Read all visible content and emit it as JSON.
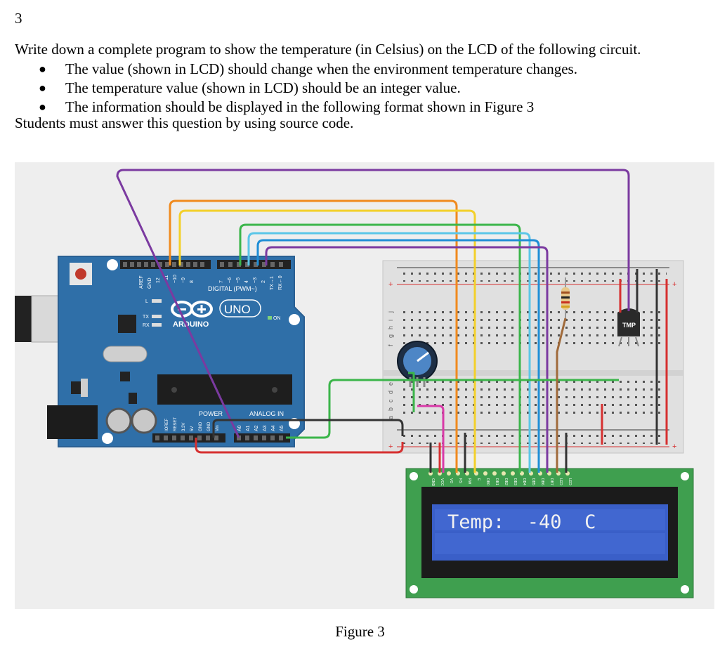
{
  "question": {
    "number": "3",
    "intro": "Write down a complete program to show the temperature (in Celsius) on the LCD of the following circuit.",
    "bullets": [
      "The value (shown in LCD) should change when the environment temperature changes.",
      "The temperature value (shown in LCD) should be an integer value.",
      "The information should be displayed in the following format shown in Figure 3"
    ],
    "closing": "Students must answer this question by using source code."
  },
  "figure": {
    "caption": "Figure 3",
    "arduino": {
      "logo_text": "ARDUINO",
      "model_text": "UNO",
      "digital_label": "DIGITAL (PWM~)",
      "power_label": "POWER",
      "analog_label": "ANALOG IN",
      "on_label": "ON",
      "tx_label": "TX",
      "rx_label": "RX",
      "l_label": "L",
      "aref_label": "AREF",
      "gnd_label": "GND",
      "pin_labels": [
        "12",
        "~11",
        "~10",
        "~9",
        "8",
        "7",
        "~6",
        "~5",
        "4",
        "~3",
        "2",
        "TX→1",
        "RX←0"
      ],
      "analog_pins": [
        "A0",
        "A1",
        "A2",
        "A3",
        "A4",
        "A5"
      ],
      "power_pins": [
        "IOREF",
        "RESET",
        "3.3V",
        "5V",
        "GND",
        "GND",
        "Vin"
      ]
    },
    "sensor_label": "TMP",
    "lcd": {
      "line1": "Temp:  -40  C",
      "line2": "",
      "pin_labels": [
        "GND",
        "VCC",
        "VO",
        "RS",
        "RW",
        "E",
        "DB0",
        "DB1",
        "DB2",
        "DB3",
        "DB4",
        "DB5",
        "DB6",
        "DB7",
        "LED",
        "LED"
      ]
    },
    "breadboard": {
      "row_letters_left": [
        "f",
        "g",
        "h",
        "i",
        "j"
      ],
      "row_letters_lower": [
        "a",
        "b",
        "c",
        "d",
        "e"
      ]
    },
    "colors": {
      "board_blue": "#2f6fa8",
      "lcd_green": "#3f9f4f",
      "lcd_screen": "#3a5fc8",
      "wire_orange": "#f08a1e",
      "wire_yellow": "#f3d02a",
      "wire_green": "#3bb54a",
      "wire_cyan": "#5bc6e8",
      "wire_blue": "#1f8ed6",
      "wire_purple": "#7b3aa0",
      "wire_red": "#d63030",
      "wire_black": "#333333",
      "wire_pink": "#d93aa8",
      "wire_brown": "#a06a3a"
    }
  }
}
